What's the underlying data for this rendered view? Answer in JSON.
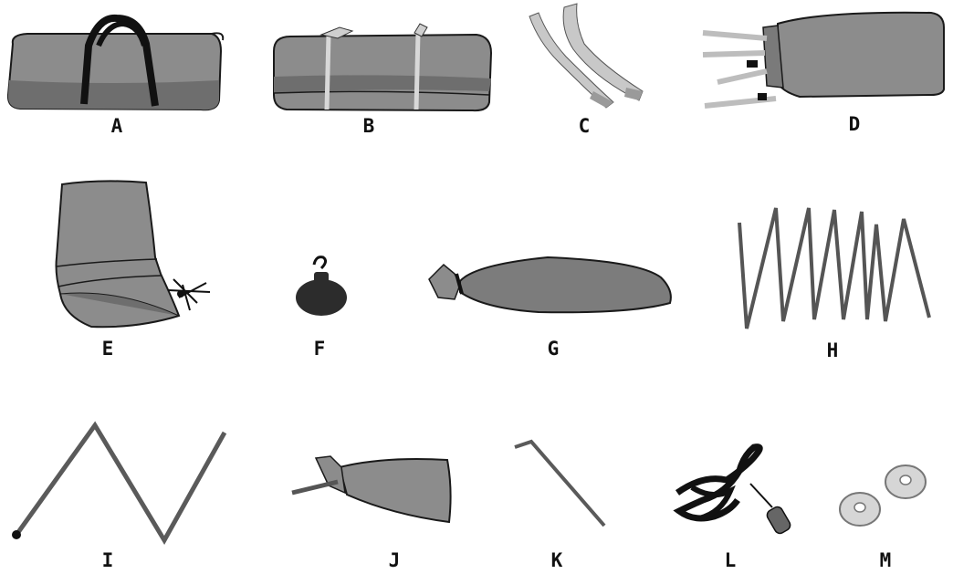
{
  "colors": {
    "fabric": "#8a8a8a",
    "fabric_dark": "#6f6f6f",
    "fabric_light": "#a8a8a8",
    "outline": "#1a1a1a",
    "strap": "#151515",
    "pale": "#c8c8c8"
  },
  "items": [
    {
      "label": "A",
      "icon": "tent-bag-with-handles"
    },
    {
      "label": "B",
      "icon": "rolled-mat-with-ties"
    },
    {
      "label": "C",
      "icon": "straps"
    },
    {
      "label": "D",
      "icon": "tent-body-with-straps"
    },
    {
      "label": "E",
      "icon": "folded-fly-with-cords"
    },
    {
      "label": "F",
      "icon": "weight"
    },
    {
      "label": "G",
      "icon": "tied-sack"
    },
    {
      "label": "H",
      "icon": "folded-poles"
    },
    {
      "label": "I",
      "icon": "shock-corded-pole"
    },
    {
      "label": "J",
      "icon": "stake-bag"
    },
    {
      "label": "K",
      "icon": "tent-stake"
    },
    {
      "label": "L",
      "icon": "guy-line-rope"
    },
    {
      "label": "M",
      "icon": "washers"
    }
  ]
}
